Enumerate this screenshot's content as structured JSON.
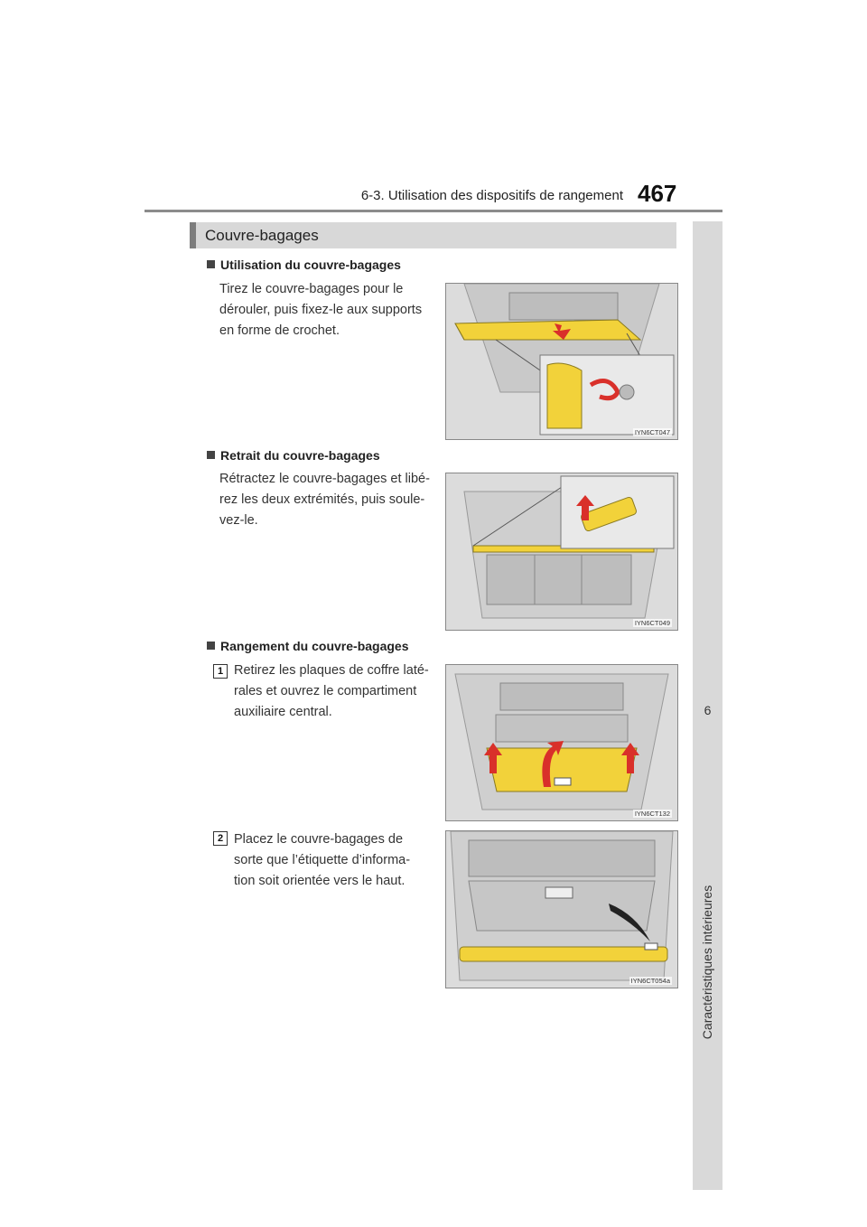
{
  "header": {
    "section_title": "6-3. Utilisation des dispositifs de rangement",
    "page_number": "467"
  },
  "side_tab": {
    "chapter_number": "6",
    "chapter_title": "Caractéristiques intérieures"
  },
  "section": {
    "title": "Couvre-bagages"
  },
  "blocks": [
    {
      "heading": "Utilisation du couvre-bagages",
      "lines": [
        "Tirez le couvre-bagages pour le",
        "dérouler, puis fixez-le aux supports",
        "en forme de crochet."
      ],
      "figure_code": "IYN6CT047"
    },
    {
      "heading": "Retrait du couvre-bagages",
      "lines": [
        "Rétractez le couvre-bagages et libé-",
        "rez les deux extrémités, puis soule-",
        "vez-le."
      ],
      "figure_code": "IYN6CT049"
    },
    {
      "heading": "Rangement du couvre-bagages",
      "steps": [
        {
          "num": "1",
          "lines": [
            "Retirez les plaques de coffre laté-",
            "rales et ouvrez le compartiment",
            "auxiliaire central."
          ],
          "figure_code": "IYN6CT132"
        },
        {
          "num": "2",
          "lines": [
            "Placez le couvre-bagages de",
            "sorte que l’étiquette d’informa-",
            "tion soit orientée vers le haut."
          ],
          "figure_code": "IYN6CT054a"
        }
      ]
    }
  ],
  "colors": {
    "highlight": "#f2d23a",
    "arrow": "#d9302a",
    "tab": "#d9d9d9",
    "rule": "#8c8c8c"
  }
}
